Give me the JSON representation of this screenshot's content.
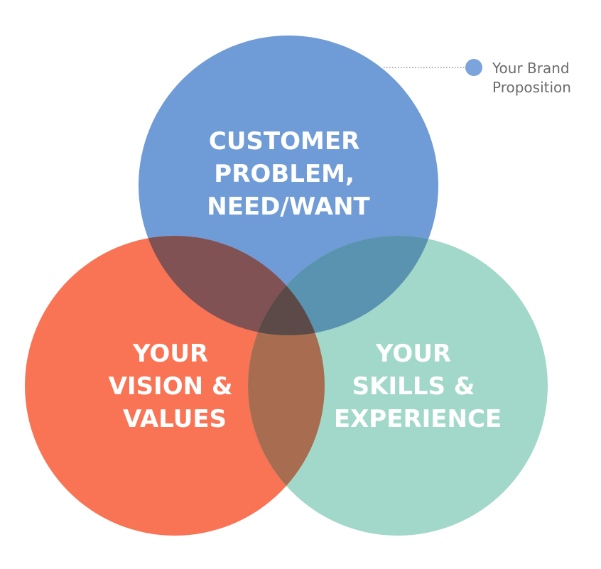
{
  "colors": {
    "top_circle": "#6f9bd6",
    "left_circle": "#f97455",
    "right_circle": "#a2d8c9",
    "overlap_top_left": "#815254",
    "overlap_top_right": "#5a93af",
    "overlap_left_right": "#a86d51",
    "overlap_center": "#5b4a47",
    "legend_dot": "#7ba3dc",
    "legend_text": "#6b6b6b",
    "background": "#ffffff"
  },
  "circles": {
    "top": {
      "label_lines": [
        "CUSTOMER",
        "PROBLEM,",
        "NEED/WANT"
      ]
    },
    "left": {
      "label_lines": [
        "YOUR",
        "VISION &",
        "VALUES"
      ]
    },
    "right": {
      "label_lines": [
        "YOUR",
        "SKILLS &",
        "EXPERIENCE"
      ]
    }
  },
  "legend": {
    "line1": "Your Brand",
    "line2": "Proposition",
    "icon": "circle-dot-icon"
  }
}
